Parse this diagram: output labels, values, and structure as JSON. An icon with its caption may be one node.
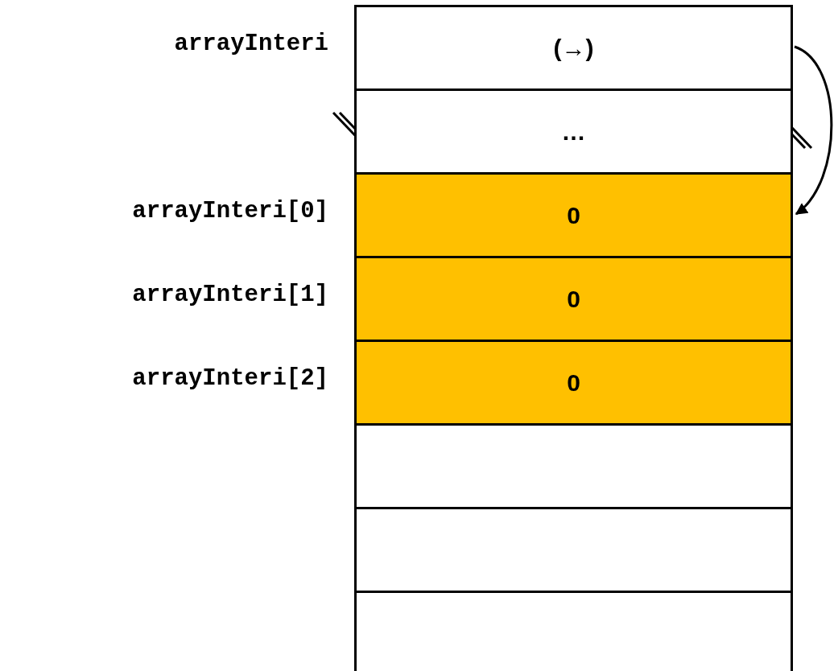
{
  "diagram": {
    "nodes": [
      {
        "text": [
          "(→)"
        ],
        "beside": [
          "arrayInteri"
        ]
      },
      {
        "text": [
          "…"
        ]
      },
      {
        "text": [
          "0"
        ],
        "beside": [
          "arrayInteri[0]"
        ]
      },
      {
        "text": [
          "0"
        ],
        "beside": [
          "arrayInteri[1]"
        ]
      },
      {
        "text": [
          "0"
        ],
        "beside": [
          "arrayInteri[2]"
        ]
      },
      {
        "text": [],
        "shape": "box"
      },
      {
        "text": [],
        "shape": "box"
      },
      {
        "text": [],
        "shape": "box"
      }
    ],
    "edges": [
      {
        "from": 0,
        "to": 2,
        "arrow": "to"
      }
    ]
  }
}
